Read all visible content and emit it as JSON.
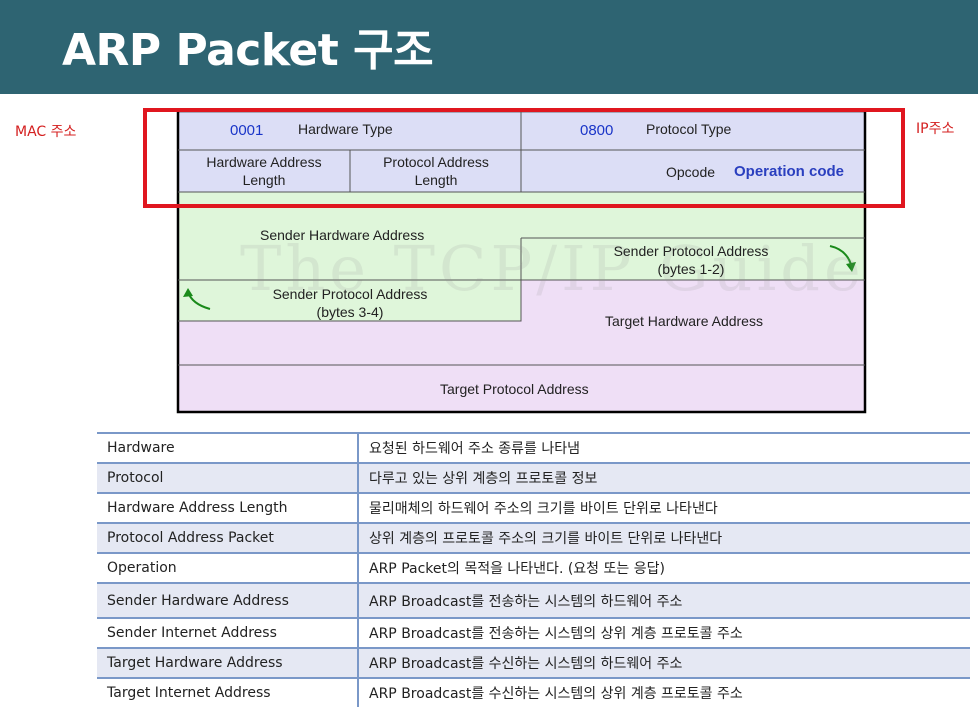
{
  "header": {
    "title": "ARP Packet 구조"
  },
  "labels": {
    "mac": "MAC 주소",
    "ip": "IP주소"
  },
  "diagram": {
    "hw_type_value": "0001",
    "hw_type_label": "Hardware Type",
    "proto_type_value": "0800",
    "proto_type_label": "Protocol Type",
    "hw_addr_len": "Hardware Address Length",
    "proto_addr_len": "Protocol Address Length",
    "opcode_label": "Opcode",
    "opcode_desc": "Operation code",
    "sender_hw": "Sender Hardware Address",
    "sender_proto_12": "Sender Protocol Address (bytes 1-2)",
    "sender_proto_34": "Sender Protocol Address (bytes 3-4)",
    "target_hw": "Target Hardware Address",
    "target_proto": "Target Protocol Address",
    "watermark": "The TCP/IP Guide"
  },
  "table": {
    "rows": [
      {
        "field": "Hardware",
        "desc": "요청된 하드웨어 주소 종류를 나타냄"
      },
      {
        "field": "Protocol",
        "desc": "다루고 있는 상위 계층의 프로토콜 정보"
      },
      {
        "field": "Hardware Address Length",
        "desc": "물리매체의 하드웨어 주소의 크기를 바이트 단위로 나타낸다"
      },
      {
        "field": "Protocol Address Packet",
        "desc": "상위 계층의 프로토콜 주소의 크기를 바이트 단위로 나타낸다"
      },
      {
        "field": "Operation",
        "desc": "ARP Packet의 목적을 나타낸다. (요청 또는 응답)"
      },
      {
        "field": "Sender Hardware Address",
        "desc": "ARP Broadcast를 전송하는 시스템의 하드웨어 주소"
      },
      {
        "field": "Sender Internet Address",
        "desc": "ARP Broadcast를 전송하는 시스템의 상위 계층 프로토콜 주소"
      },
      {
        "field": "Target Hardware Address",
        "desc": "ARP Broadcast를 수신하는 시스템의 하드웨어 주소"
      },
      {
        "field": "Target Internet Address",
        "desc": "ARP Broadcast를 수신하는 시스템의 상위 계층 프로토콜 주소"
      }
    ]
  },
  "colors": {
    "header_bg": "#2e6472",
    "header_row": "#dcdef6",
    "sender_green": "#dff6da",
    "target_purple": "#efdff6",
    "highlight_red": "#e0161f",
    "table_border": "#7a98c8"
  }
}
